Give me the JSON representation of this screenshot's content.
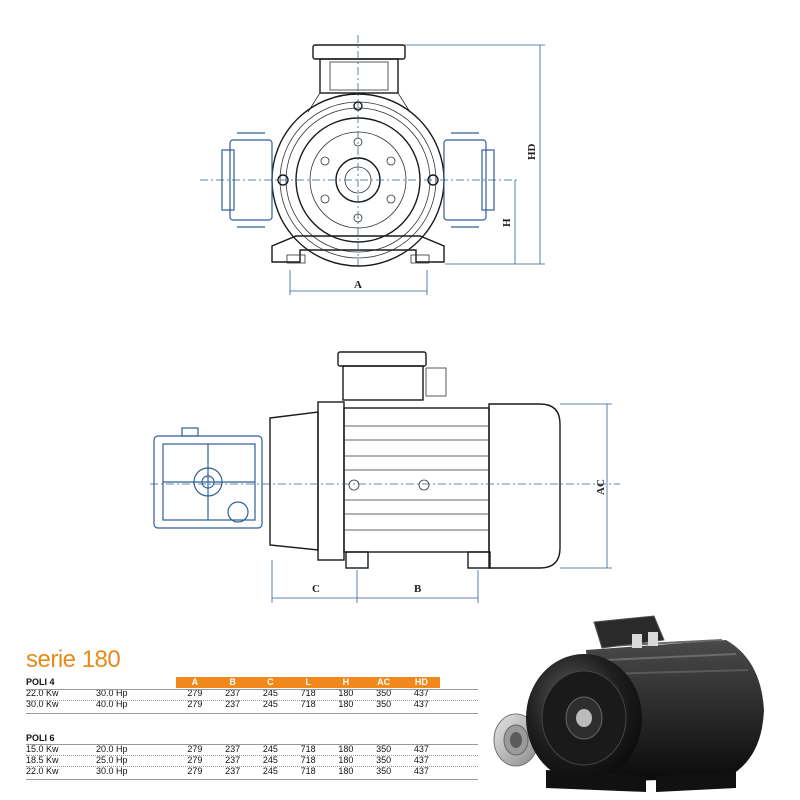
{
  "drawing": {
    "front_labels": {
      "height_total": "HD",
      "shaft_height": "H",
      "foot_width": "A"
    },
    "side_labels": {
      "diameter": "AC",
      "shaft_to_foot": "C",
      "foot_spacing": "B"
    }
  },
  "series_title": "serie 180",
  "table": {
    "columns": [
      "A",
      "B",
      "C",
      "L",
      "H",
      "AC",
      "HD"
    ],
    "groups": [
      {
        "label": "POLI 4",
        "rows": [
          {
            "kw": "22.0 Kw",
            "hp": "30.0 Hp",
            "values": [
              "279",
              "237",
              "245",
              "718",
              "180",
              "350",
              "437"
            ]
          },
          {
            "kw": "30.0 Kw",
            "hp": "40.0 Hp",
            "values": [
              "279",
              "237",
              "245",
              "718",
              "180",
              "350",
              "437"
            ]
          }
        ]
      },
      {
        "label": "POLI 6",
        "rows": [
          {
            "kw": "15.0 Kw",
            "hp": "20.0 Hp",
            "values": [
              "279",
              "237",
              "245",
              "718",
              "180",
              "350",
              "437"
            ]
          },
          {
            "kw": "18.5 Kw",
            "hp": "25.0 Hp",
            "values": [
              "279",
              "237",
              "245",
              "718",
              "180",
              "350",
              "437"
            ]
          },
          {
            "kw": "22.0 Kw",
            "hp": "30.0 Hp",
            "values": [
              "279",
              "237",
              "245",
              "718",
              "180",
              "350",
              "437"
            ]
          }
        ]
      }
    ]
  },
  "colors": {
    "accent": "#f0881c",
    "title": "#e88a1a",
    "dimension_lines": "#2f5f97"
  }
}
